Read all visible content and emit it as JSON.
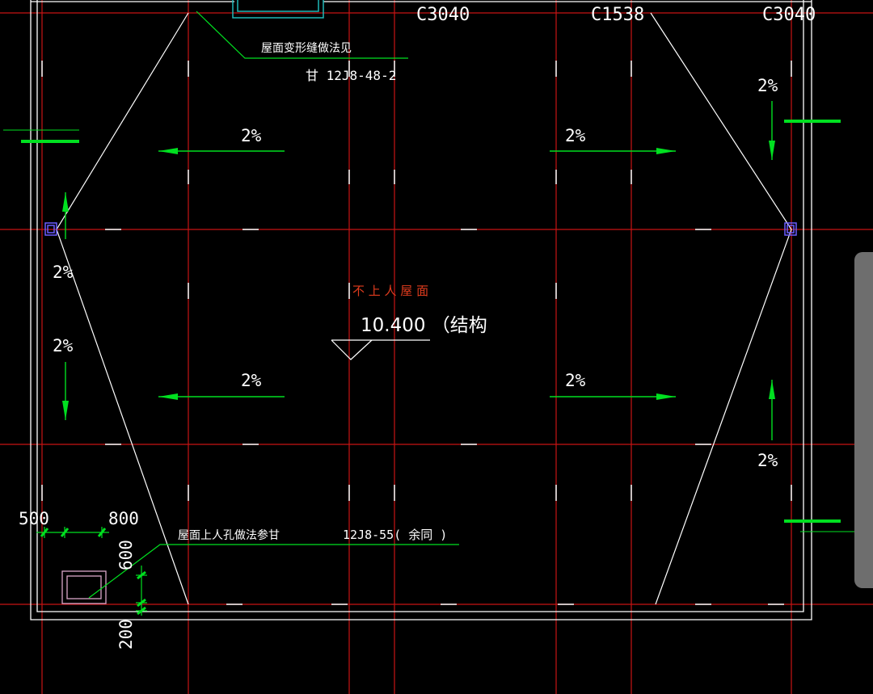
{
  "viewer": {
    "title": "",
    "background": "#000000"
  },
  "colors": {
    "axis_red": "#c81414",
    "axis_dash_white": "#ffffff",
    "wall_white": "#ffffff",
    "slope_green": "#00e020",
    "dim_green": "#00e020",
    "leader_green": "#00e020",
    "note_white": "#ffffff",
    "red_note": "#e03c1e",
    "window_cyan": "#1fb8b8",
    "drain_blue": "#6a5cff",
    "hatch_pink": "#d9a6c8"
  },
  "window_tags": [
    "C3040",
    "C1538",
    "C3040"
  ],
  "notes": {
    "joint_note": "屋面变形缝做法见",
    "joint_ref": "甘 12J8-48-2",
    "roof_type": "不 上 人 屋 面",
    "elevation": "10.400 （结构",
    "hatch_note": "屋面上人孔做法参甘",
    "hatch_ref": "12J8-55( 余同 )"
  },
  "slopes": {
    "top_left": "2%",
    "top_right": "2%",
    "bottom_left": "2%",
    "bottom_right": "2%",
    "left_upper": "2%",
    "left_lower": "2%",
    "right_upper": "2%",
    "right_lower": "2%"
  },
  "dimensions": {
    "d500": "500",
    "d800": "800",
    "d600": "600",
    "d200": "200"
  },
  "icons": {
    "drain": "roof-drain-icon",
    "hatch": "roof-hatch-icon",
    "elevation_marker": "elevation-triangle-icon"
  }
}
